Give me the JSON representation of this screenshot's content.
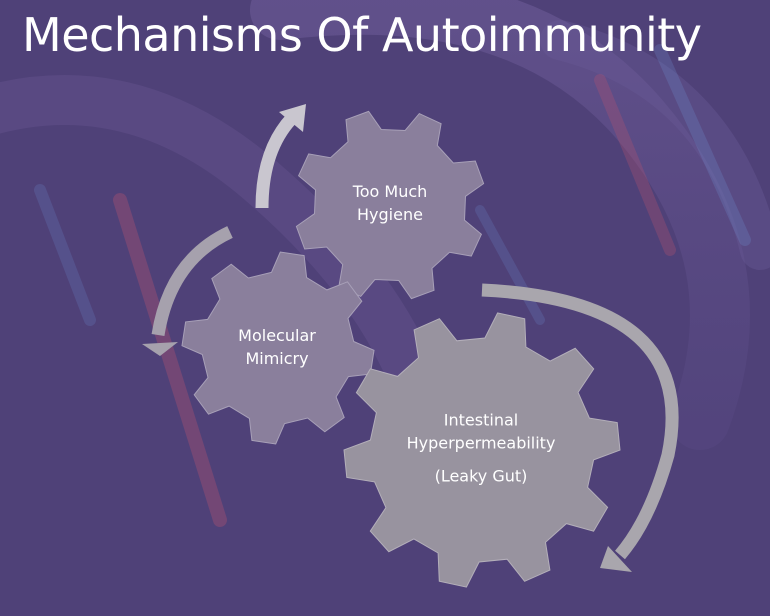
{
  "slide": {
    "title": "Mechanisms Of Autoimmunity"
  },
  "colors": {
    "background": "#4f4178",
    "gear_small": "#8a7f9c",
    "gear_large": "#98939f",
    "arrow": "#c9c6cf",
    "text": "#ffffff"
  },
  "gears": [
    {
      "label_lines": [
        "Too Much",
        "Hygiene"
      ]
    },
    {
      "label_lines": [
        "Molecular",
        "Mimicry"
      ]
    },
    {
      "label_lines": [
        "Intestinal",
        "Hyperpermeability",
        "(Leaky Gut)"
      ]
    }
  ],
  "arrows": [
    "curved-arrow-up",
    "curved-arrow-down-left",
    "curved-arrow-down-right"
  ]
}
